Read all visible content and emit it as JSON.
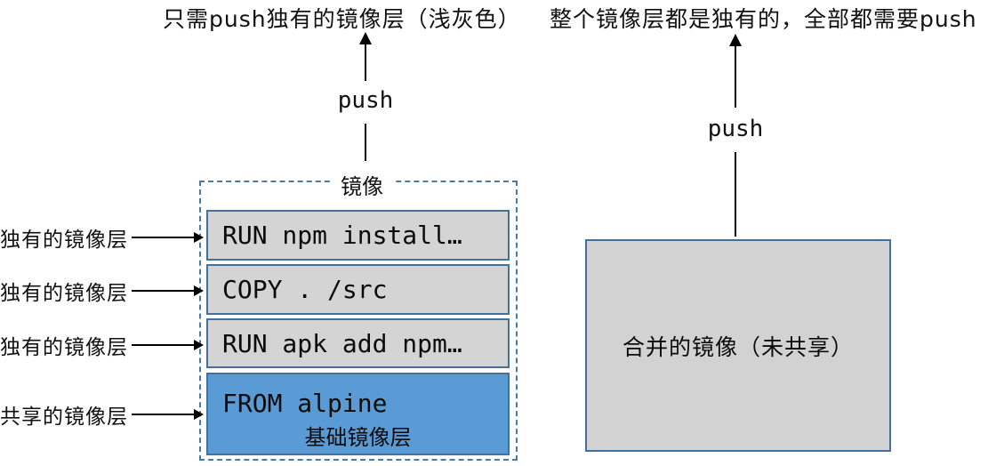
{
  "titles": {
    "left": "只需push独有的镜像层（浅灰色）",
    "right": "整个镜像层都是独有的，全部都需要push"
  },
  "arrows": {
    "left_push_label": "push",
    "right_push_label": "push"
  },
  "image_box": {
    "legend": "镜像",
    "layers": [
      {
        "text": "RUN npm install…",
        "type": "unique"
      },
      {
        "text": "COPY . /src",
        "type": "unique"
      },
      {
        "text": "RUN apk add npm…",
        "type": "unique"
      },
      {
        "text": "FROM alpine",
        "sublabel": "基础镜像层",
        "type": "shared"
      }
    ]
  },
  "side_labels": [
    {
      "text": "独有的镜像层"
    },
    {
      "text": "独有的镜像层"
    },
    {
      "text": "独有的镜像层"
    },
    {
      "text": "共享的镜像层"
    }
  ],
  "merged_box": {
    "label": "合并的镜像（未共享）"
  },
  "colors": {
    "layer_fill": "#d4d4d4",
    "layer_border": "#41719c",
    "shared_fill": "#5b9bd5",
    "dashed_border": "#4a7ba6",
    "merged_fill": "#d2d2d2",
    "merged_border": "#41719c",
    "arrow": "#000000"
  }
}
